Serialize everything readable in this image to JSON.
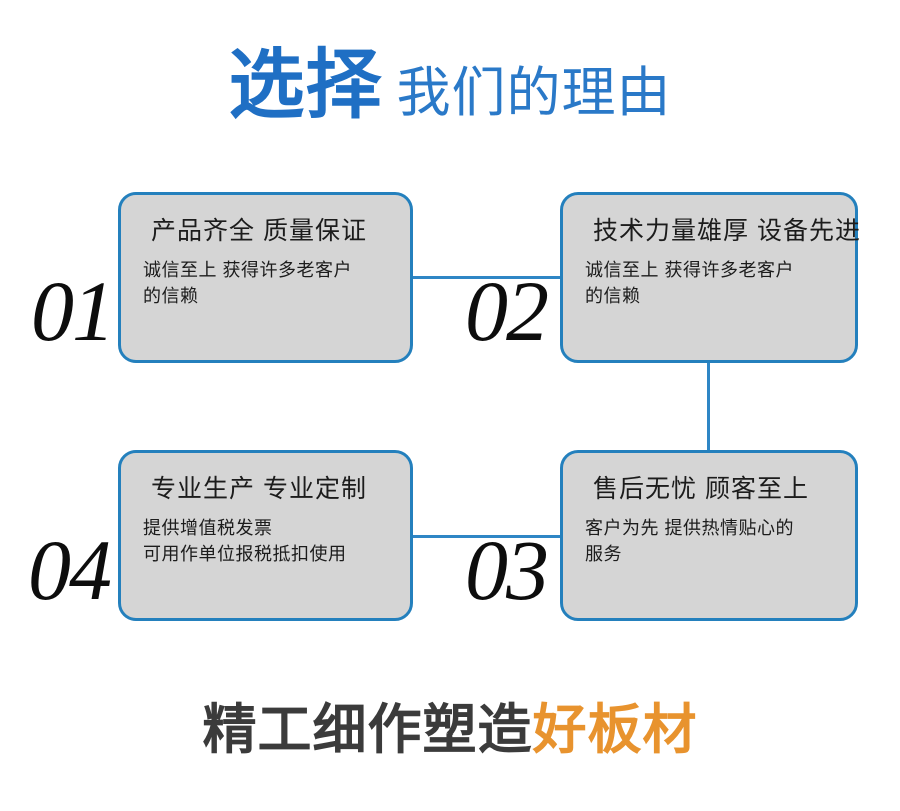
{
  "heading": {
    "strong": "选择",
    "light": "我们的理由",
    "color_strong": "#1f6fc4",
    "color_light": "#2a79c8"
  },
  "cards": [
    {
      "index": "01",
      "title": "产品齐全  质量保证",
      "body_lines": [
        "诚信至上  获得许多老客户",
        "的信赖"
      ]
    },
    {
      "index": "02",
      "title": "技术力量雄厚  设备先进",
      "body_lines": [
        "诚信至上  获得许多老客户",
        "的信赖"
      ]
    },
    {
      "index": "03",
      "title": "售后无忧  顾客至上",
      "body_lines": [
        "客户为先  提供热情贴心的",
        "服务"
      ]
    },
    {
      "index": "04",
      "title": "专业生产  专业定制",
      "body_lines": [
        "提供增值税发票",
        "可用作单位报税抵扣使用"
      ]
    }
  ],
  "footer": {
    "dark": "精工细作塑造",
    "accent": "好板材",
    "color_dark": "#3b3b3b",
    "color_accent": "#e8932e"
  },
  "theme": {
    "card_fill": "#d5d5d5",
    "card_border": "#2480bd",
    "connector": "#2f86c5",
    "number_color": "#0d0d0d",
    "background": "#ffffff"
  }
}
